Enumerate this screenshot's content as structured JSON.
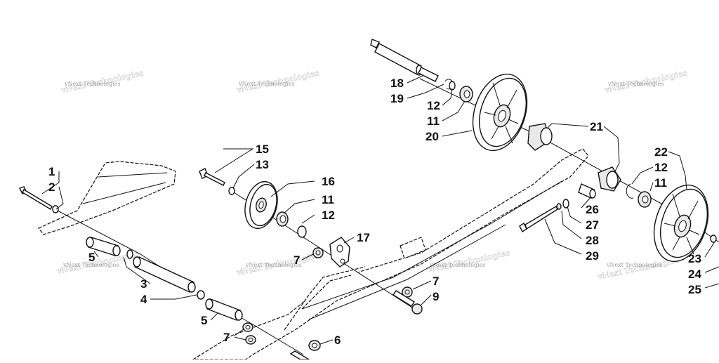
{
  "watermark": {
    "text": "vNext Technologies"
  },
  "callouts": [
    {
      "id": "c1",
      "label": "1"
    },
    {
      "id": "c2",
      "label": "2"
    },
    {
      "id": "c3",
      "label": "3"
    },
    {
      "id": "c4",
      "label": "4"
    },
    {
      "id": "c5a",
      "label": "5"
    },
    {
      "id": "c5b",
      "label": "5"
    },
    {
      "id": "c6",
      "label": "6"
    },
    {
      "id": "c7a",
      "label": "7"
    },
    {
      "id": "c7b",
      "label": "7"
    },
    {
      "id": "c7c",
      "label": "7"
    },
    {
      "id": "c9",
      "label": "9"
    },
    {
      "id": "c11a",
      "label": "11"
    },
    {
      "id": "c11b",
      "label": "11"
    },
    {
      "id": "c11c",
      "label": "11"
    },
    {
      "id": "c12a",
      "label": "12"
    },
    {
      "id": "c12b",
      "label": "12"
    },
    {
      "id": "c12c",
      "label": "12"
    },
    {
      "id": "c13",
      "label": "13"
    },
    {
      "id": "c15",
      "label": "15"
    },
    {
      "id": "c16",
      "label": "16"
    },
    {
      "id": "c17",
      "label": "17"
    },
    {
      "id": "c18",
      "label": "18"
    },
    {
      "id": "c19",
      "label": "19"
    },
    {
      "id": "c20",
      "label": "20"
    },
    {
      "id": "c21",
      "label": "21"
    },
    {
      "id": "c22",
      "label": "22"
    },
    {
      "id": "c23",
      "label": "23"
    },
    {
      "id": "c24",
      "label": "24"
    },
    {
      "id": "c25",
      "label": "25"
    },
    {
      "id": "c26",
      "label": "26"
    },
    {
      "id": "c27",
      "label": "27"
    },
    {
      "id": "c28",
      "label": "28"
    },
    {
      "id": "c29",
      "label": "29"
    }
  ]
}
